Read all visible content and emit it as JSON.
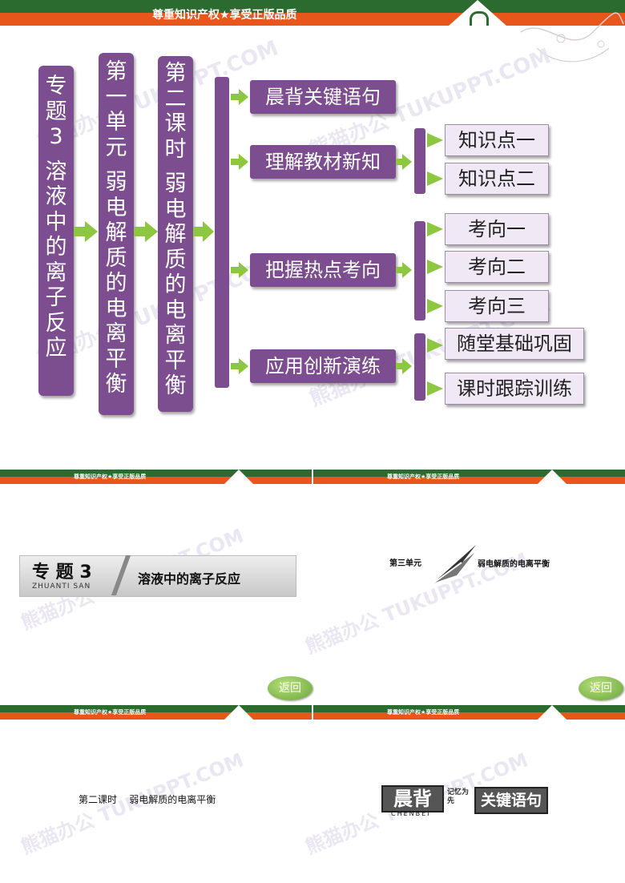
{
  "header": {
    "motto": "尊重知识产权★享受正版品质"
  },
  "watermark": "熊猫办公 TUKUPPT.COM",
  "topic_column": {
    "lines": [
      "专",
      "题",
      "3",
      "",
      "溶",
      "液",
      "中",
      "的",
      "离",
      "子",
      "反",
      "应"
    ]
  },
  "unit_column": {
    "lines": [
      "第",
      "一",
      "单",
      "元",
      "",
      "弱",
      "电",
      "解",
      "质",
      "的",
      "电",
      "离",
      "平",
      "衡"
    ]
  },
  "lesson_column": {
    "lines": [
      "第",
      "二",
      "课",
      "时",
      "",
      "弱",
      "电",
      "解",
      "质",
      "的",
      "电",
      "离",
      "平",
      "衡"
    ]
  },
  "sections": {
    "s1": "晨背关键语句",
    "s2": "理解教材新知",
    "s3": "把握热点考向",
    "s4": "应用创新演练"
  },
  "subsections": {
    "k1": "知识点一",
    "k2": "知识点二",
    "t1": "考向一",
    "t2": "考向二",
    "t3": "考向三",
    "p1": "随堂基础巩固",
    "p2": "课时跟踪训练"
  },
  "slide2": {
    "topic": "专 题 3",
    "pinyin": "ZHUANTI SAN",
    "title": "溶液中的离子反应",
    "back": "返回"
  },
  "slide3": {
    "unit": "第三单元",
    "subtitle": "弱电解质的电离平衡",
    "back": "返回"
  },
  "slide4": {
    "lesson": "第二课时    弱电解质的电离平衡"
  },
  "slide5": {
    "big": "晨背",
    "pinyin": "CHENBEI",
    "small": "记忆为先",
    "title": "关键语句"
  },
  "colors": {
    "purple": "#7c4e8f",
    "green": "#2b6b2f",
    "orange": "#e8561c",
    "arrow": "#8dc63f"
  }
}
